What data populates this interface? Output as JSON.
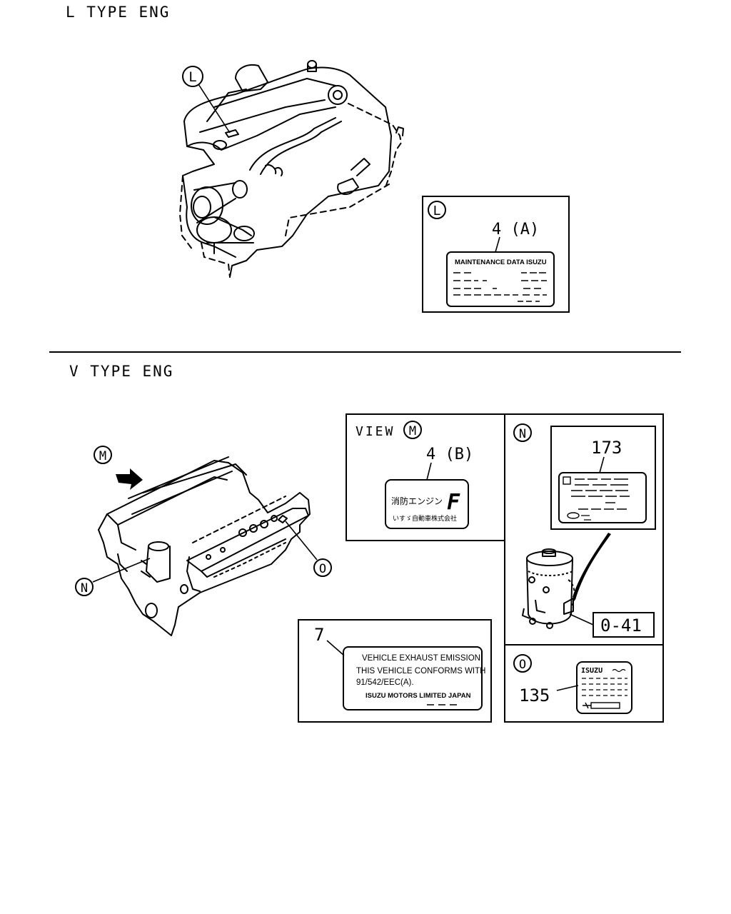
{
  "sections": {
    "l_type": {
      "title": "L TYPE ENG"
    },
    "v_type": {
      "title": "V TYPE ENG"
    }
  },
  "callouts": {
    "l_engine": "L",
    "m_view": "M",
    "n_engine": "N",
    "o_engine": "O"
  },
  "panels": {
    "l_label": {
      "marker": "L",
      "part_no": "4 (A)",
      "label_text": "MAINTENANCE DATA ISUZU"
    },
    "view_m": {
      "view_word": "VIEW",
      "marker": "M",
      "part_no": "4 (B)",
      "label_line1": "消防エンジン",
      "label_big": "F",
      "label_line2": "いすゞ自動車株式会社"
    },
    "n_label": {
      "marker": "N",
      "part_no": "173",
      "ref": "0-41"
    },
    "emission": {
      "part_no": "7",
      "lines": [
        "VEHICLE EXHAUST EMISSION",
        "THIS VEHICLE CONFORMS WITH",
        "91/542/EEC(A).",
        "ISUZU MOTORS LIMITED JAPAN"
      ]
    },
    "o_label": {
      "marker": "O",
      "part_no": "135",
      "brand": "ISUZU"
    }
  }
}
